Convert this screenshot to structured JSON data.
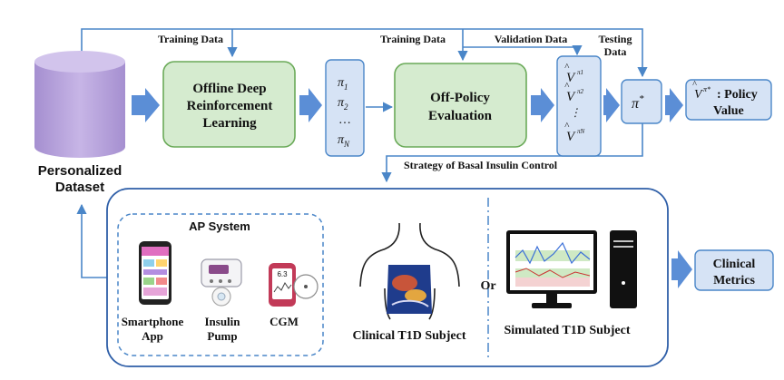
{
  "dataset": {
    "label_line1": "Personalized",
    "label_line2": "Dataset"
  },
  "edges": {
    "training_data_1": "Training Data",
    "training_data_2": "Training Data",
    "validation_data": "Validation Data",
    "testing_data_line1": "Testing",
    "testing_data_line2": "Data",
    "strategy": "Strategy of Basal Insulin Control"
  },
  "offline_drl": {
    "line1": "Offline Deep",
    "line2": "Reinforcement",
    "line3": "Learning"
  },
  "policies": [
    "π",
    "π",
    "…",
    "π"
  ],
  "policy_subscripts": [
    "1",
    "2",
    "",
    "N"
  ],
  "ope": {
    "line1": "Off-Policy",
    "line2": "Evaluation"
  },
  "values": {
    "base": "V",
    "subs": [
      "π1",
      "π2",
      "πN"
    ]
  },
  "best_policy": {
    "symbol": "π",
    "sup": "*"
  },
  "policy_value": {
    "prefix": "V",
    "sup": "π*",
    "line1": ": Policy",
    "line2": "Value"
  },
  "ap_system": {
    "title": "AP System",
    "smartphone_line1": "Smartphone",
    "smartphone_line2": "App",
    "pump_line1": "Insulin",
    "pump_line2": "Pump",
    "cgm": "CGM",
    "cgm_screen": "6.3"
  },
  "clinical_subject": "Clinical T1D Subject",
  "or_label": "Or",
  "simulated_subject": "Simulated T1D Subject",
  "clinical_metrics": {
    "line1": "Clinical",
    "line2": "Metrics"
  },
  "colors": {
    "blue_line": "#4a86c8",
    "blue_fill": "#d6e3f5",
    "green_fill": "#d5ebcf",
    "green_stroke": "#6aaa58",
    "purple": "#b9a4dc",
    "arrow_fill": "#5b8ed6"
  }
}
